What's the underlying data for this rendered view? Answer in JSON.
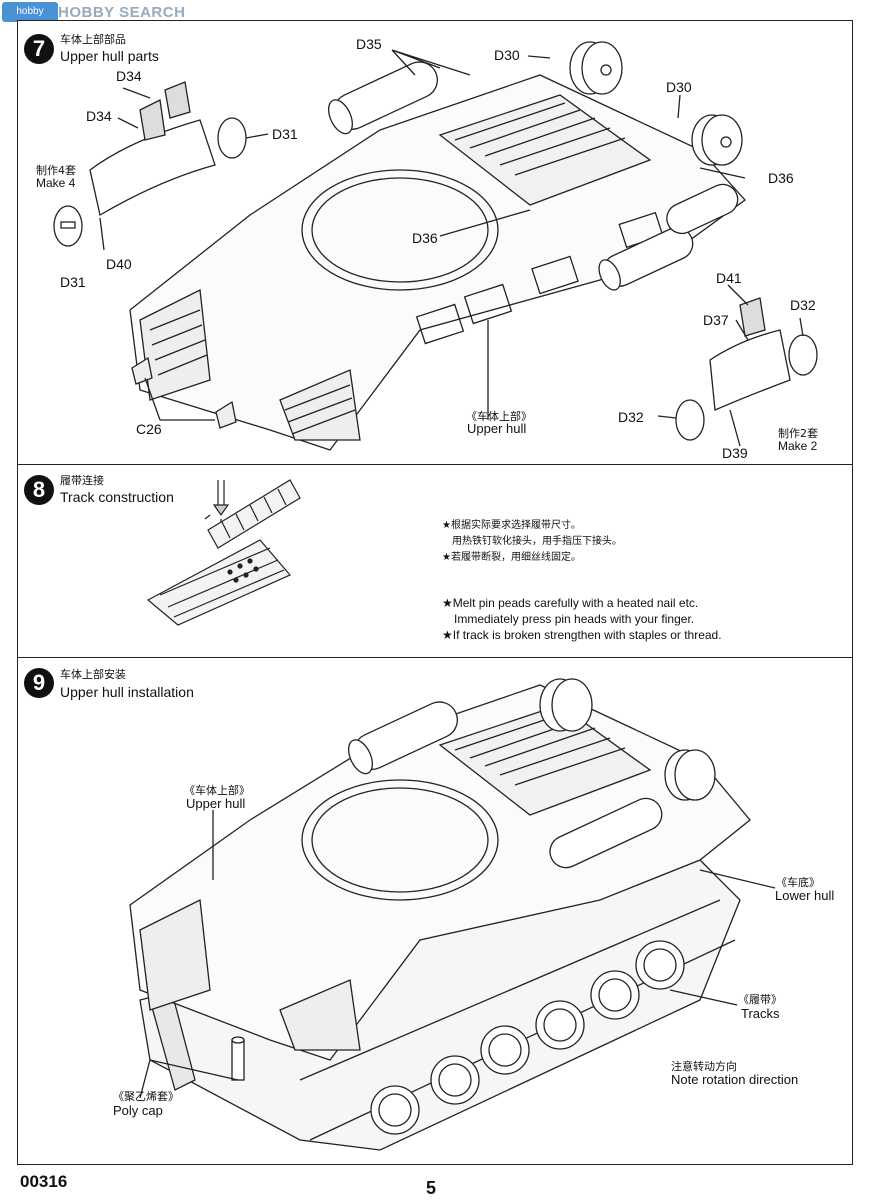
{
  "watermark": {
    "text": "HOBBY SEARCH",
    "badge": "hobby"
  },
  "footer": {
    "code": "00316",
    "page": "5"
  },
  "step7": {
    "number": "7",
    "title_zh": "车体上部部品",
    "title_en": "Upper hull parts",
    "make4_zh": "制作4套",
    "make4_en": "Make 4",
    "make2_zh": "制作2套",
    "make2_en": "Make 2",
    "upper_hull_zh": "《车体上部》",
    "upper_hull_en": "Upper hull",
    "labels": {
      "d35": "D35",
      "d30a": "D30",
      "d30b": "D30",
      "d34a": "D34",
      "d34b": "D34",
      "d31a": "D31",
      "d31b": "D31",
      "d36a": "D36",
      "d36b": "D36",
      "d40": "D40",
      "c26": "C26",
      "d41": "D41",
      "d37": "D37",
      "d32a": "D32",
      "d32b": "D32",
      "d39": "D39"
    }
  },
  "step8": {
    "number": "8",
    "title_zh": "履带连接",
    "title_en": "Track construction",
    "notes_zh": [
      "★根据实际要求选择履带尺寸。",
      "用热铁钉软化接头，用手指压下接头。",
      "★若履带断裂，用细丝线固定。"
    ],
    "notes_en": [
      "★Melt pin peads carefully with a heated nail etc.",
      "Immediately press pin heads with your finger.",
      "★If track is broken strengthen with staples or thread."
    ]
  },
  "step9": {
    "number": "9",
    "title_zh": "车体上部安装",
    "title_en": "Upper hull installation",
    "upper_hull_zh": "《车体上部》",
    "upper_hull_en": "Upper hull",
    "lower_hull_zh": "《车底》",
    "lower_hull_en": "Lower hull",
    "tracks_zh": "《履带》",
    "tracks_en": "Tracks",
    "rotation_zh": "注意转动方向",
    "rotation_en": "Note rotation direction",
    "polycap_zh": "《聚乙烯套》",
    "polycap_en": "Poly cap"
  }
}
